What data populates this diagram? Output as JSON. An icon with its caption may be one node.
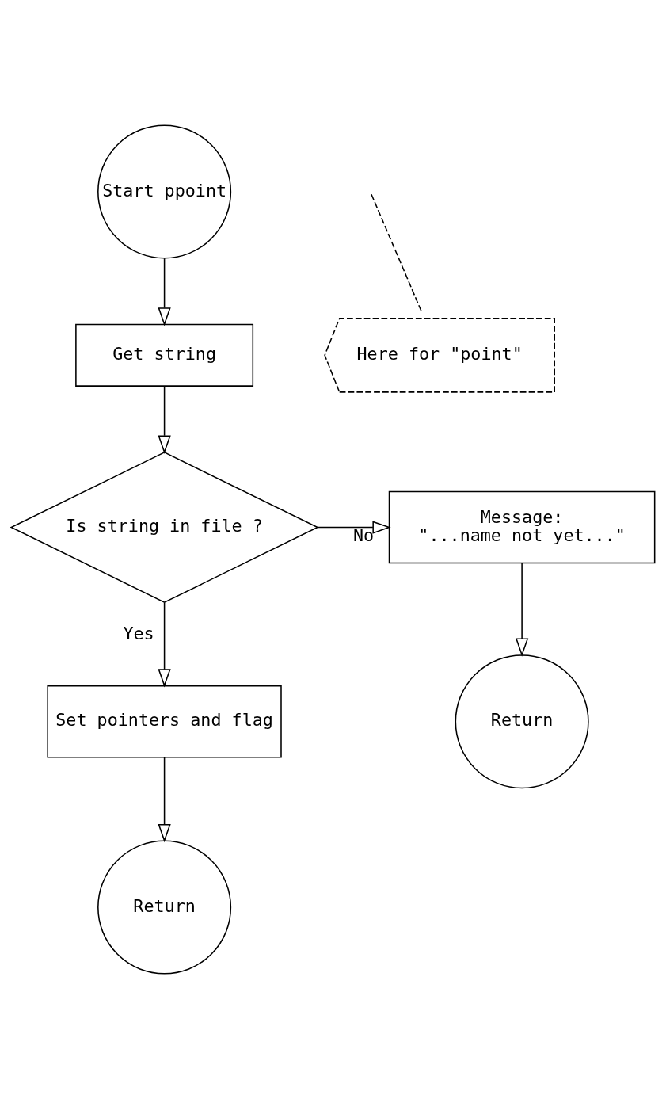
{
  "diagram": {
    "nodes": [
      {
        "text": [
          "Start ppoint"
        ]
      },
      {
        "text": [
          "Here for \"point\""
        ]
      },
      {
        "text": [
          "Get string"
        ]
      },
      {
        "text": [
          "Is string in file ?"
        ]
      },
      {
        "text": [
          "Message:",
          "\"...name not yet...\""
        ]
      },
      {
        "text": [
          "Return"
        ]
      },
      {
        "text": [
          "Set pointers and flag"
        ]
      },
      {
        "text": [
          "Return"
        ]
      }
    ],
    "edges": [
      {
        "from": 0,
        "to": 2,
        "arrow": "to"
      },
      {
        "from": 1,
        "to": null,
        "arrow": "none",
        "style": "dashed"
      },
      {
        "from": 2,
        "to": 3,
        "arrow": "to"
      },
      {
        "from": 3,
        "to": 4,
        "arrow": "to",
        "label": "No"
      },
      {
        "from": 4,
        "to": 5,
        "arrow": "to"
      },
      {
        "from": 3,
        "to": 6,
        "arrow": "to",
        "label": "Yes"
      },
      {
        "from": 6,
        "to": 7,
        "arrow": "to"
      }
    ]
  }
}
